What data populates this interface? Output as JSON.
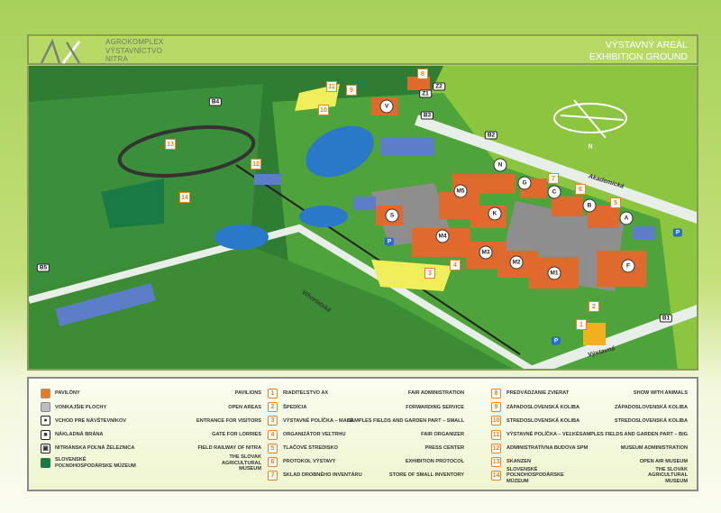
{
  "header": {
    "logo_text": [
      "AGROKOMPLEX",
      "VÝSTAVNÍCTVO",
      "NITRA"
    ],
    "title_sk": "VÝSTAVNÝ AREÁL",
    "title_en": "EXHIBITION GROUND"
  },
  "map": {
    "pavilions": [
      "N",
      "G",
      "C",
      "B",
      "A",
      "M5",
      "K",
      "S",
      "M4",
      "M3",
      "M2",
      "M1",
      "F",
      "V"
    ],
    "numbers": [
      "1",
      "2",
      "3",
      "4",
      "5",
      "6",
      "7",
      "8",
      "9",
      "10",
      "11",
      "12",
      "13",
      "14"
    ],
    "gates": [
      "B1",
      "B2",
      "B3",
      "B4",
      "B5",
      "Z1",
      "Z2"
    ],
    "streets": {
      "akademicka": "Akademická",
      "vystavna": "Výstavná",
      "vihorlatska": "Vihorlatská"
    },
    "compass": "N",
    "parking": "P"
  },
  "legend": {
    "symbols": [
      {
        "sk": "PAVILÓNY",
        "en": "PAVILIONS",
        "color": "#e87a22"
      },
      {
        "sk": "VONKAJŠIE PLOCHY",
        "en": "OPEN AREAS",
        "color": "#bdbdbd"
      },
      {
        "sk": "VCHOD PRE NÁVŠTEVNÍKOV",
        "en": "ENTRANCE FOR VISITORS",
        "icon": "person-icon"
      },
      {
        "sk": "NÁKLADNÁ BRÁNA",
        "en": "GATE FOR LORRIES",
        "icon": "truck-icon"
      },
      {
        "sk": "NITRIANSKA POĽNÁ ŽELEZNICA",
        "en": "FIELD RAILWAY OF NITRA",
        "icon": "train-icon"
      },
      {
        "sk": "SLOVENSKÉ POĽNOHOSPODÁRSKE MÚZEUM",
        "en": "THE SLOVAK AGRICULTURAL MUSEUM",
        "color": "#1a7a45"
      }
    ],
    "numbered": [
      {
        "n": "1",
        "sk": "RIADITEĽSTVO AX",
        "en": "FAIR ADMINISTRATION"
      },
      {
        "n": "2",
        "sk": "ŠPEDÍCIA",
        "en": "FORWARDING SERVICE"
      },
      {
        "n": "3",
        "sk": "VÝSTAVNÉ POLÍČKA – MALÉ",
        "en": "SAMPLES FIELDS AND GARDEN PART – SMALL"
      },
      {
        "n": "4",
        "sk": "ORGANIZÁTOR VEĽTRHU",
        "en": "FAIR ORGANIZER"
      },
      {
        "n": "5",
        "sk": "TLAČOVÉ STREDISKO",
        "en": "PRESS CENTER"
      },
      {
        "n": "6",
        "sk": "PROTOKOL VÝSTAVY",
        "en": "EXHIBITION PROTOCOL"
      },
      {
        "n": "7",
        "sk": "SKLAD DROBNÉHO INVENTÁRU",
        "en": "STORE OF SMALL INVENTORY"
      },
      {
        "n": "8",
        "sk": "PREDVÁDZANIE ZVIERAT",
        "en": "SHOW WITH ANIMALS"
      },
      {
        "n": "9",
        "sk": "ZÁPADOSLOVENSKÁ KOLIBA",
        "en": "ZÁPADOSLOVENSKÁ KOLIBA"
      },
      {
        "n": "10",
        "sk": "STREDOSLOVENSKÁ KOLIBA",
        "en": "STREDOSLOVENSKÁ KOLIBA"
      },
      {
        "n": "11",
        "sk": "VÝSTAVNÉ POLÍČKA – VEĽKÉ",
        "en": "SAMPLES FIELDS AND GARDEN PART – BIG"
      },
      {
        "n": "12",
        "sk": "ADMINISTRATÍVNA BUDOVA SPM",
        "en": "MUSEUM ADMINISTRATION"
      },
      {
        "n": "13",
        "sk": "SKANZEN",
        "en": "OPEN AIR MUSEUM"
      },
      {
        "n": "14",
        "sk": "SLOVENSKÉ POĽNOHOSPODÁRSKE MÚZEUM",
        "en": "THE SLOVAK AGRICULTURAL MUSEUM"
      }
    ]
  }
}
